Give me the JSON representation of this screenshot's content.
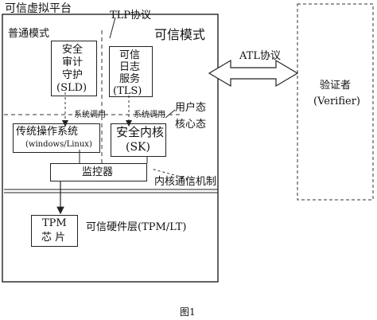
{
  "platform_title": "可信虚拟平台",
  "normal_mode": "普通模式",
  "trusted_mode": "可信模式",
  "tlp_protocol": "TLP协议",
  "atl_protocol": "ATL协议",
  "sld": {
    "l1": "安全",
    "l2": "审计",
    "l3": "守护",
    "l4": "(SLD)"
  },
  "tls": {
    "l1": "可信",
    "l2": "日志",
    "l3": "服务",
    "l4": "(TLS)"
  },
  "syscall_left": "系统调用",
  "syscall_right": "系统调用",
  "user_state": "用户态",
  "kernel_state": "核心态",
  "traditional_os": {
    "l1": "传统操作系统",
    "l2": "(windows/Linux)"
  },
  "secure_kernel": {
    "l1": "安全内核",
    "l2": "(SK)"
  },
  "monitor": "监控器",
  "kernel_comm": "内核通信机制",
  "tpm": {
    "l1": "TPM",
    "l2": "芯 片"
  },
  "hardware_layer": "可信硬件层(TPM/LT)",
  "verifier": {
    "l1": "验证者",
    "l2": "(Verifier)"
  },
  "figure_caption": "图1"
}
